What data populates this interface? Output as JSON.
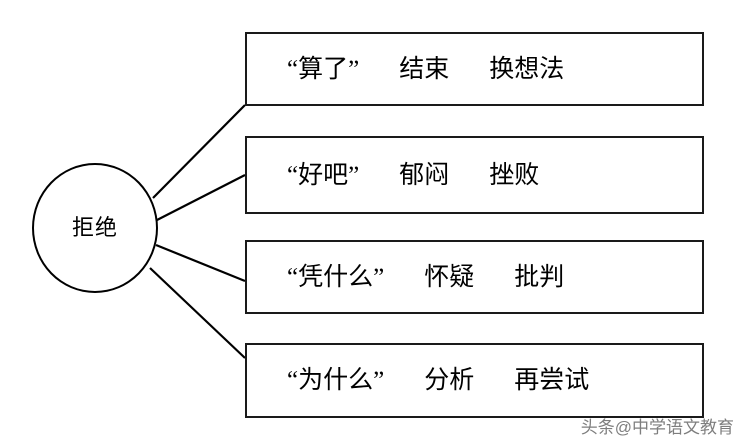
{
  "diagram": {
    "type": "radial-branch-diagram",
    "root": {
      "label": "拒绝",
      "shape": "ellipse"
    },
    "branches": [
      {
        "quote": "“算了”",
        "result": "结束",
        "outcome": "换想法"
      },
      {
        "quote": "“好吧”",
        "result": "郁闷",
        "outcome": "挫败"
      },
      {
        "quote": "“凭什么”",
        "result": "怀疑",
        "outcome": "批判"
      },
      {
        "quote": "“为什么”",
        "result": "分析",
        "outcome": "再尝试"
      }
    ]
  },
  "watermark": {
    "text": "头条@中学语文教育"
  },
  "colors": {
    "stroke": "#000000",
    "box_stroke": "#1a1a1a",
    "background": "#ffffff",
    "watermark": "#4d4d4d"
  }
}
